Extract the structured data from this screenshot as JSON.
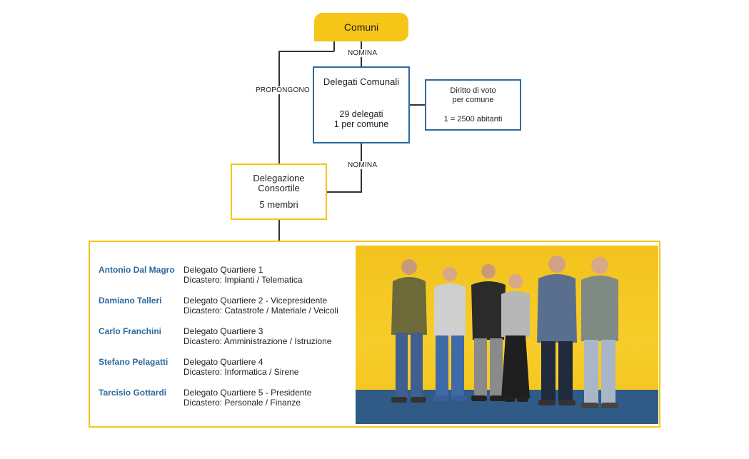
{
  "nodes": {
    "comuni": "Comuni",
    "delegati": {
      "title": "Delegati Comunali",
      "line1": "29 delegati",
      "line2": "1 per comune"
    },
    "diritto": {
      "line1": "Diritto di voto",
      "line2": "per comune",
      "line3": "1 = 2500 abitanti"
    },
    "delegazione": {
      "line1": "Delegazione",
      "line2": "Consortile",
      "line3": "5 membri"
    }
  },
  "edges": {
    "nomina_top": "NOMINA",
    "propongono": "PROPONGONO",
    "nomina_bottom": "NOMINA"
  },
  "members": [
    {
      "name": "Antonio Dal Magro",
      "role": "Delegato Quartiere 1",
      "dicastero": "Dicastero: Impianti / Telematica"
    },
    {
      "name": "Damiano Talleri",
      "role": "Delegato Quartiere 2 - Vicepresidente",
      "dicastero": "Dicastero: Catastrofe / Materiale / Veicoli"
    },
    {
      "name": "Carlo Franchini",
      "role": "Delegato Quartiere 3",
      "dicastero": "Dicastero: Amministrazione / Istruzione"
    },
    {
      "name": "Stefano Pelagatti",
      "role": "Delegato Quartiere 4",
      "dicastero": "Dicastero: Informatica / Sirene"
    },
    {
      "name": "Tarcisio Gottardi",
      "role": "Delegato Quartiere 5 - Presidente",
      "dicastero": "Dicastero: Personale / Finanze"
    }
  ],
  "colors": {
    "yellow": "#f5c518",
    "blue": "#2d6a9f",
    "floor": "#2f5b86"
  }
}
